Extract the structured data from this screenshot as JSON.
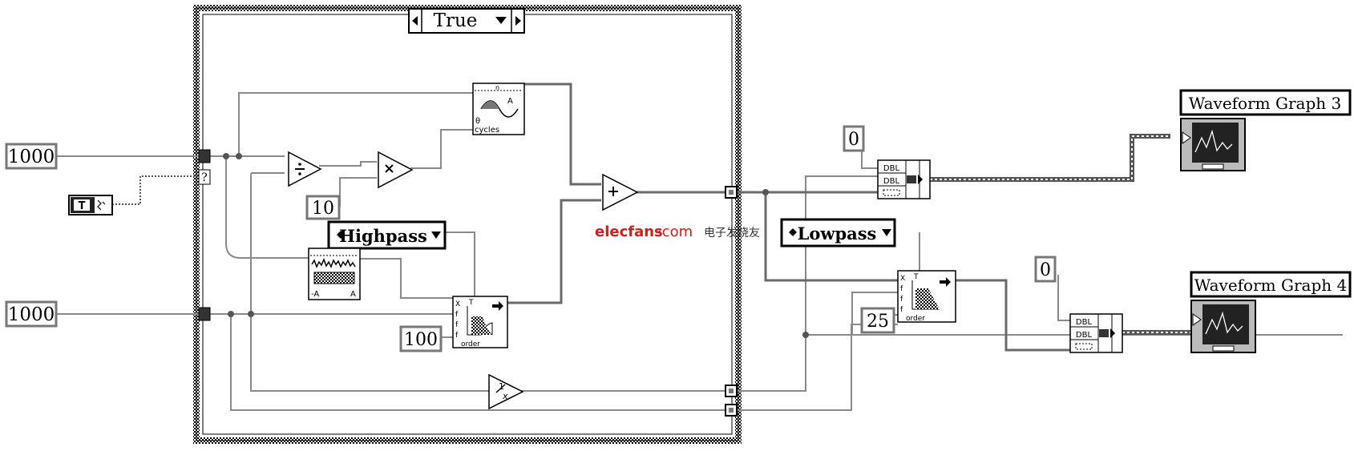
{
  "case_structure": {
    "selector": "True"
  },
  "constants": {
    "samples_top": "1000",
    "samples_bottom": "1000",
    "divisor": "10",
    "highpass_cutoff": "100",
    "offset_top": "0",
    "offset_bottom": "0",
    "lowpass_cutoff": "25"
  },
  "filter_types": {
    "highpass": "Highpass",
    "lowpass": "Lowpass"
  },
  "nodes": {
    "sine_label": "cycles",
    "sine_phase": "θ",
    "sine_amp": "A",
    "noise_left": "-A",
    "noise_right": "A",
    "filter_order": "order",
    "build_top": "DBL",
    "build_bottom": "DBL",
    "bool_glyph": "T",
    "case_terminal": "?",
    "reciprocal": "1/x"
  },
  "indicators": {
    "graph3": "Waveform Graph 3",
    "graph4": "Waveform Graph 4"
  },
  "watermark": {
    "brand": "elecfans",
    "domain": "·com",
    "cn": "电子发烧友"
  },
  "colors": {
    "wire": "#8a8a8a",
    "wire_dark": "#666666",
    "watermark_red": "#d0201a",
    "border": "#000000"
  }
}
